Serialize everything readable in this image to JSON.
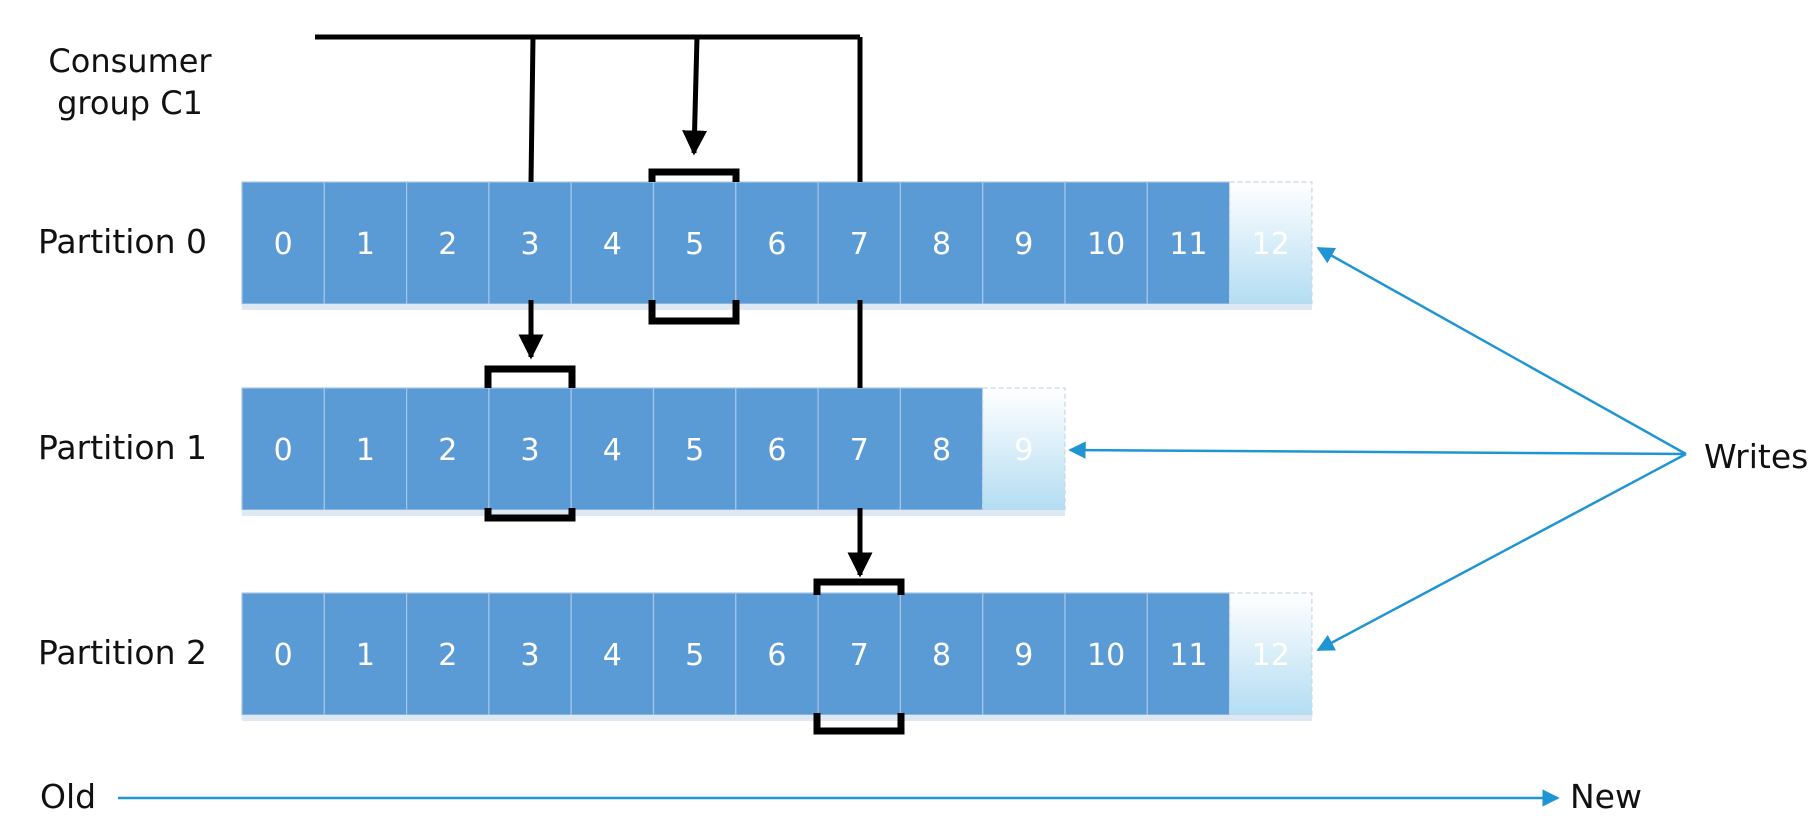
{
  "consumer_group": {
    "label_line1": "Consumer",
    "label_line2": "group C1"
  },
  "partitions": [
    {
      "label": "Partition 0",
      "offsets": [
        "0",
        "1",
        "2",
        "3",
        "4",
        "5",
        "6",
        "7",
        "8",
        "9",
        "10",
        "11"
      ],
      "pending": "12",
      "consumer_position": "5"
    },
    {
      "label": "Partition 1",
      "offsets": [
        "0",
        "1",
        "2",
        "3",
        "4",
        "5",
        "6",
        "7",
        "8"
      ],
      "pending": "9",
      "consumer_position": "3"
    },
    {
      "label": "Partition 2",
      "offsets": [
        "0",
        "1",
        "2",
        "3",
        "4",
        "5",
        "6",
        "7",
        "8",
        "9",
        "10",
        "11"
      ],
      "pending": "12",
      "consumer_position": "7"
    }
  ],
  "writes_label": "Writes",
  "timeline": {
    "old_label": "Old",
    "new_label": "New"
  },
  "colors": {
    "cell_fill": "#5b9bd5",
    "cell_divider": "#a7c6e6",
    "pending_top": "#ffffff",
    "pending_bottom": "#b3ddf2",
    "consumer_line": "#000000",
    "writes_arrow": "#1f96d3",
    "timeline_arrow": "#1f96d3"
  }
}
